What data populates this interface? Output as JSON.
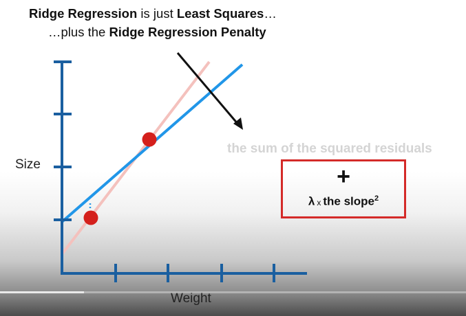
{
  "title": {
    "line1_bold1": "Ridge Regression",
    "line1_mid": " is just ",
    "line1_bold2": "Least Squares",
    "line1_end": "…",
    "line2_start": "…plus the ",
    "line2_bold": "Ridge Regression Penalty"
  },
  "axes": {
    "ylabel": "Size",
    "xlabel": "Weight"
  },
  "annotation": {
    "sum_of_squared_residuals": "the sum of the squared residuals"
  },
  "penalty": {
    "plus": "+",
    "lambda": "λ",
    "times": "x",
    "text": "the slope",
    "exponent": "2"
  },
  "colors": {
    "axis": "#1a5fa0",
    "ridge_line": "#2196e8",
    "least_squares_line": "#f4c1bd",
    "points": "#d4201c",
    "box_border": "#d42a28"
  },
  "video": {
    "progress_fraction": 0.18
  }
}
